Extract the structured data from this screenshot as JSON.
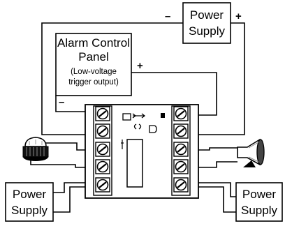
{
  "diagram": {
    "top_supply": {
      "line1": "Power",
      "line2": "Supply",
      "minus": "–",
      "plus": "+"
    },
    "alarm_panel": {
      "line1": "Alarm Control",
      "line2": "Panel",
      "line3": "(Low-voltage",
      "line4": "trigger output)",
      "plus": "+",
      "minus": "–"
    },
    "left_supply": {
      "line1": "Power",
      "line2": "Supply"
    },
    "right_supply": {
      "line1": "Power",
      "line2": "Supply"
    },
    "devices": {
      "left_device_icon": "strobe-light-icon",
      "right_device_icon": "horn-siren-icon"
    }
  }
}
